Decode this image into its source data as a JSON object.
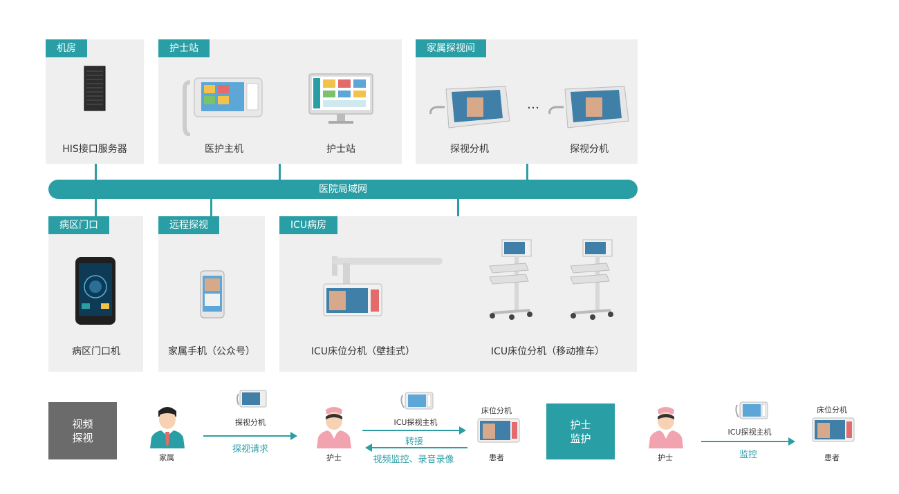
{
  "network": {
    "label": "医院局域网"
  },
  "panels": {
    "server_room": {
      "tag": "机房",
      "devices": [
        "HIS接口服务器"
      ]
    },
    "nurse_station": {
      "tag": "护士站",
      "devices": [
        "医护主机",
        "护士站"
      ]
    },
    "family_room": {
      "tag": "家属探视间",
      "devices": [
        "探视分机",
        "探视分机"
      ],
      "ellipsis": "…"
    },
    "ward_door": {
      "tag": "病区门口",
      "devices": [
        "病区门口机"
      ]
    },
    "remote_visit": {
      "tag": "远程探视",
      "devices": [
        "家属手机（公众号）"
      ]
    },
    "icu_ward": {
      "tag": "ICU病房",
      "devices": [
        "ICU床位分机（壁挂式）",
        "ICU床位分机（移动推车）"
      ]
    }
  },
  "flow_video": {
    "mode": [
      "视频",
      "探视"
    ],
    "family": "家属",
    "device1": "探视分机",
    "action1": "探视请求",
    "nurse": "护士",
    "device2": "ICU探视主机",
    "action2": "转接",
    "action3": "视频监控、录音录像",
    "bed_device": "床位分机",
    "patient": "患者"
  },
  "flow_nurse": {
    "mode": [
      "护士",
      "监护"
    ],
    "nurse": "护士",
    "device": "ICU探视主机",
    "action": "监控",
    "bed_device": "床位分机",
    "patient": "患者"
  },
  "colors": {
    "teal": "#2a9ea5",
    "gray_box": "#6b6b6b",
    "panel_bg": "#efefef"
  }
}
